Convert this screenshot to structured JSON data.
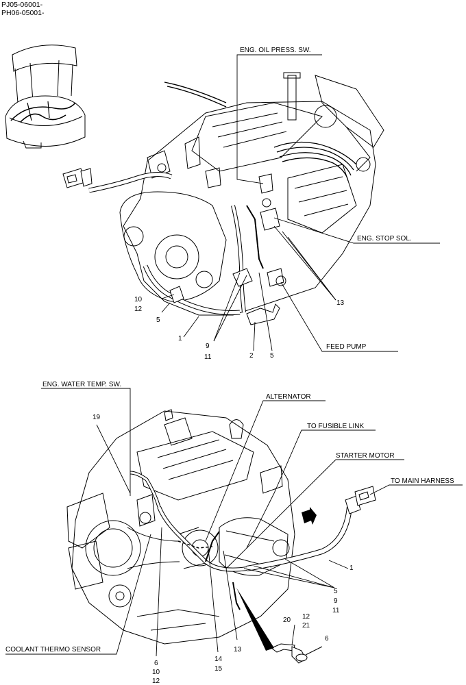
{
  "header": {
    "model_line_1": "PJ05-06001-",
    "model_line_2": "PH06-05001-"
  },
  "top_view": {
    "callouts": {
      "eng_oil_press_sw": "ENG. OIL PRESS. SW.",
      "eng_stop_sol": "ENG. STOP SOL.",
      "feed_pump": "FEED PUMP"
    },
    "part_numbers": [
      "10",
      "12",
      "5",
      "1",
      "9",
      "11",
      "2",
      "5",
      "13"
    ]
  },
  "bottom_view": {
    "callouts": {
      "eng_water_temp_sw": "ENG. WATER TEMP. SW.",
      "alternator": "ALTERNATOR",
      "to_fusible_link": "TO FUSIBLE LINK",
      "starter_motor": "STARTER MOTOR",
      "to_main_harness": "TO MAIN HARNESS",
      "coolant_thermo_sensor": "COOLANT THERMO SENSOR"
    },
    "part_numbers": [
      "19",
      "1",
      "5",
      "9",
      "11",
      "13",
      "14",
      "15",
      "6",
      "10",
      "12",
      "20",
      "12",
      "21",
      "6"
    ]
  },
  "colors": {
    "line": "#000000",
    "background": "#ffffff"
  }
}
